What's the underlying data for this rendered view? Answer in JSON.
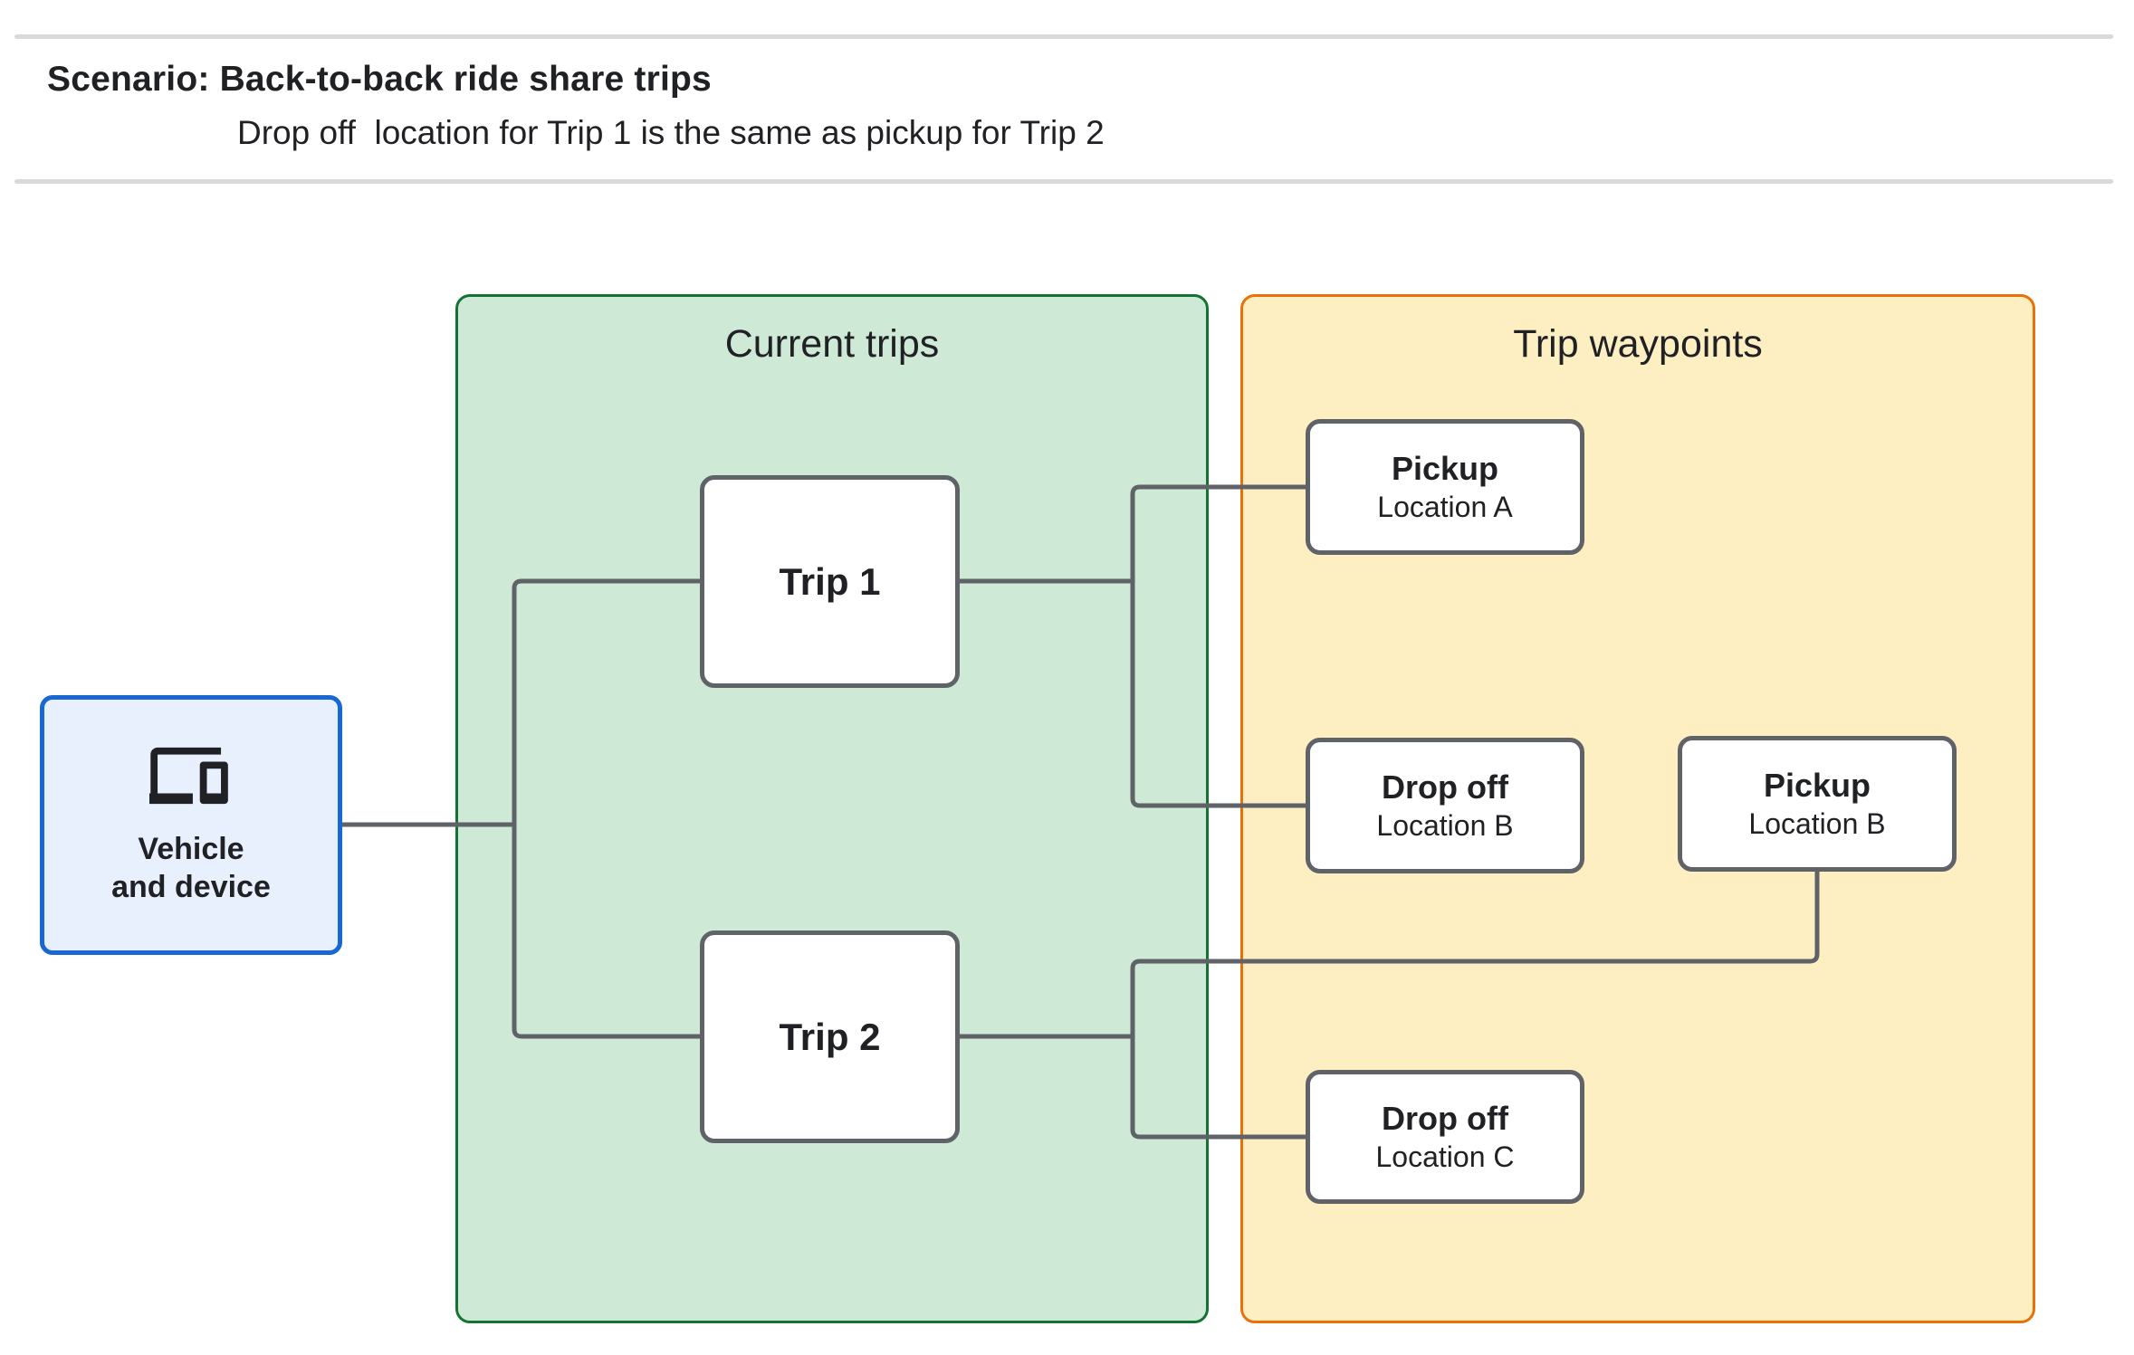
{
  "header": {
    "title": "Scenario: Back-to-back ride share trips",
    "subtitle": "Drop off  location for Trip 1 is the same as pickup for Trip 2"
  },
  "vehicle": {
    "icon": "devices-icon",
    "label_line1": "Vehicle",
    "label_line2": "and device"
  },
  "panels": {
    "current_trips": {
      "title": "Current trips"
    },
    "trip_waypoints": {
      "title": "Trip waypoints"
    }
  },
  "trips": [
    {
      "label": "Trip 1"
    },
    {
      "label": "Trip 2"
    }
  ],
  "waypoints": [
    {
      "title": "Pickup",
      "subtitle": "Location A"
    },
    {
      "title": "Drop off",
      "subtitle": "Location B"
    },
    {
      "title": "Pickup",
      "subtitle": "Location B"
    },
    {
      "title": "Drop off",
      "subtitle": "Location C"
    }
  ],
  "colors": {
    "vehicle_border": "#1967d2",
    "vehicle_fill": "#e8f0fe",
    "current_trips_border": "#137333",
    "current_trips_fill": "#ceead6",
    "trip_waypoints_border": "#e8710a",
    "trip_waypoints_fill": "#feefc3",
    "node_border": "#5f6368",
    "connector": "#5f6368",
    "text": "#202124",
    "divider": "#d9d9d9"
  }
}
